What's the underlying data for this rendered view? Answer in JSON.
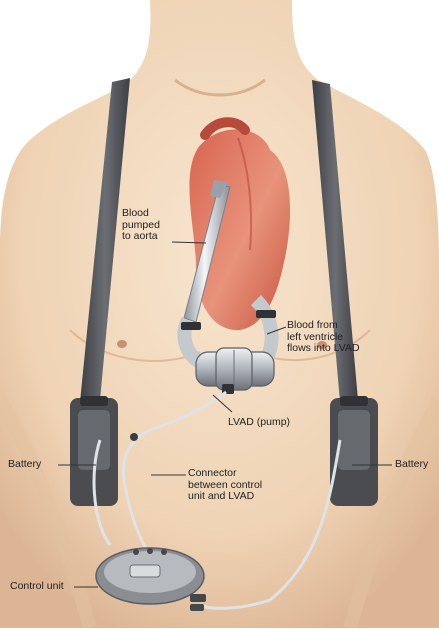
{
  "labels": {
    "blood_to_aorta": "Blood\npumped\nto aorta",
    "blood_from_ventricle": "Blood from\nleft ventricle\nflows into LVAD",
    "lvad": "LVAD (pump)",
    "battery_left": "Battery",
    "battery_right": "Battery",
    "connector": "Connector\nbetween control\nunit and LVAD",
    "control_unit": "Control unit"
  },
  "colors": {
    "skin": "#f1d8bd",
    "skin_shadow": "#dcb694",
    "strap": "#55575b",
    "heart": "#c9584a",
    "heart_light": "#e48a74",
    "metal": "#b6bcc3",
    "metal_dark": "#5a5f66",
    "cable": "#e8ebee",
    "label_line": "#333333"
  }
}
